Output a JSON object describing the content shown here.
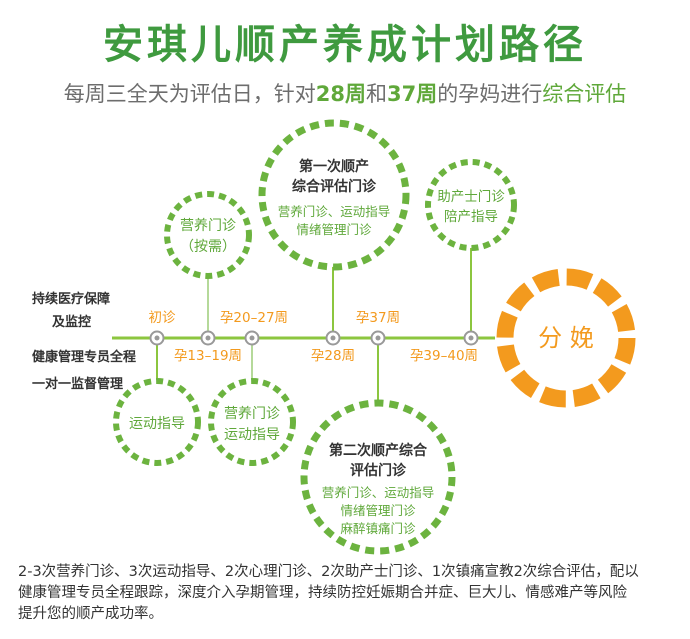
{
  "title": "安琪儿顺产养成计划路径",
  "subtitle": {
    "part1": "每周三全天为评估日，针对",
    "week28": "28周",
    "part2": "和",
    "week37": "37周",
    "part3": "的孕妈进行",
    "part4": "综合评估"
  },
  "left_labels": {
    "top_line1": "持续医疗保障",
    "top_line2": "及监控",
    "bottom_line1": "健康管理专员全程",
    "bottom_line2": "一对一监督管理"
  },
  "timeline": {
    "initial": "初诊",
    "w13_19": "孕13–19周",
    "w20_27": "孕20–27周",
    "w28": "孕28周",
    "w37": "孕37周",
    "w39_40": "孕39–40周"
  },
  "circles": {
    "nutrition_on_demand": {
      "line1": "营养门诊",
      "line2": "（按需）"
    },
    "first_assessment": {
      "title1": "第一次顺产",
      "title2": "综合评估门诊",
      "sub1": "营养门诊、运动指导",
      "sub2": "情绪管理门诊"
    },
    "midwife": {
      "line1": "助产士门诊",
      "line2": "陪产指导"
    },
    "exercise": {
      "line1": "运动指导"
    },
    "nutrition_exercise": {
      "line1": "营养门诊",
      "line2": "运动指导"
    },
    "second_assessment": {
      "title1": "第二次顺产综合",
      "title2": "评估门诊",
      "sub1": "营养门诊、运动指导",
      "sub2": "情绪管理门诊",
      "sub3": "麻醉镇痛门诊"
    },
    "delivery": {
      "label": "分 娩"
    }
  },
  "footer": {
    "line1": "2-3次营养门诊、3次运动指导、2次心理门诊、2次助产士门诊、1次镇痛宣教2次综合评估，配以",
    "line2": "健康管理专员全程跟踪，深度介入孕期管理，持续防控妊娠期合并症、巨大儿、情感难产等风险",
    "line3": "提升您的顺产成功率。"
  },
  "colors": {
    "title_green": "#3f9a3f",
    "subtitle_gray": "#6d6d6d",
    "highlight_green": "#5fa83a",
    "dashed_circle": "#6cb33f",
    "timeline_green": "#8cc63f",
    "delivery_orange": "#f39a1e"
  }
}
